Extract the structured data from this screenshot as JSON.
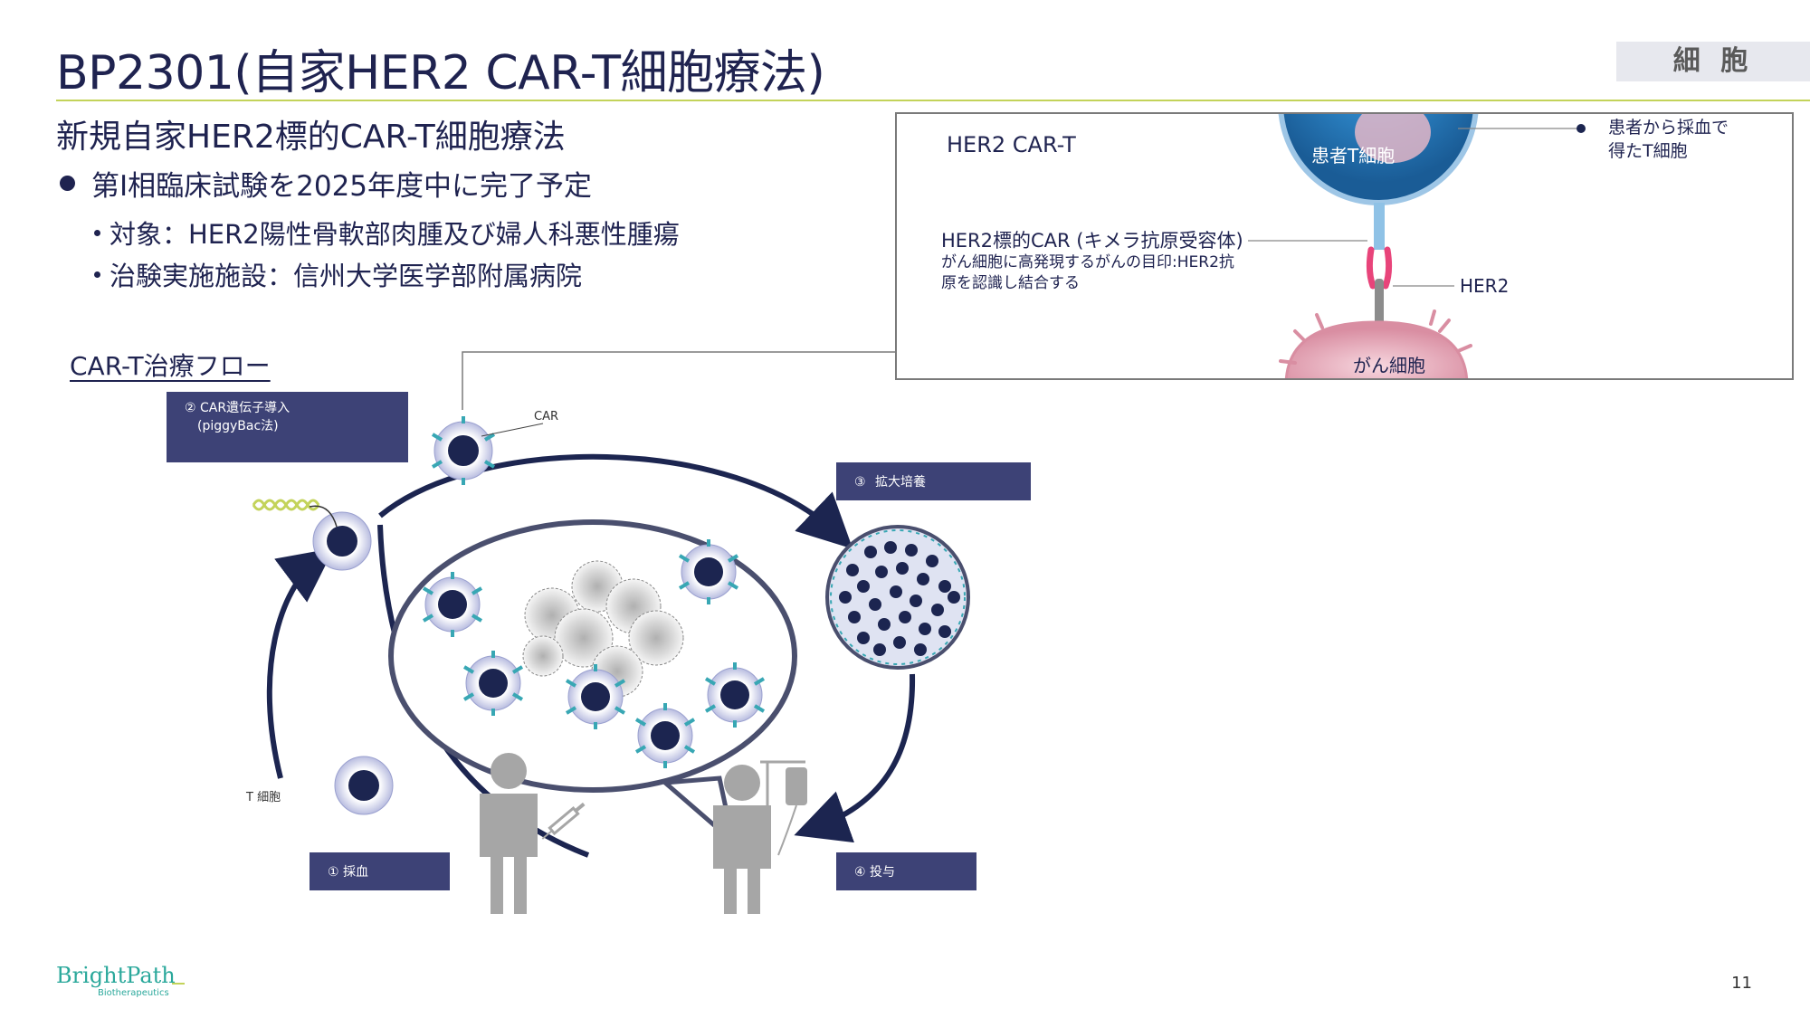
{
  "header": {
    "title": "BP2301(自家HER2 CAR-T細胞療法)",
    "category_tag": "細 胞"
  },
  "content": {
    "subtitle": "新規自家HER2標的CAR-T細胞療法",
    "bullet_main": "第Ⅰ相臨床試験を2025年度中に完了予定",
    "sub_bullets": [
      "対象：HER2陽性骨軟部肉腫及び婦人科悪性腫瘍",
      "治験実施施設：信州大学医学部附属病院"
    ]
  },
  "flow": {
    "label": "CAR-T治療フロー",
    "steps": [
      {
        "number": "②",
        "label": "CAR遺伝子導入",
        "sub": "(piggyBac法)"
      },
      {
        "number": "③",
        "label": "拡大培養"
      },
      {
        "number": "①",
        "label": "採血"
      },
      {
        "number": "④",
        "label": "投与"
      }
    ],
    "car_label": "CAR",
    "tcell_label": "T 細胞"
  },
  "her2_panel": {
    "title": "HER2 CAR-T",
    "patient_tcell_label": "患者T細胞",
    "patient_note_line1": "患者から採血で",
    "patient_note_line2": "得たT細胞",
    "car_label": "HER2標的CAR (キメラ抗原受容体)",
    "car_desc_line1": "がん細胞に高発現するがんの目印:HER2抗",
    "car_desc_line2": "原を認識し結合する",
    "her2_label": "HER2",
    "cancer_cell_label": "がん細胞"
  },
  "footer": {
    "logo": "BrightPath",
    "logo_sub": "Biotherapeutics",
    "page_number": "11"
  },
  "colors": {
    "navy": "#1f2350",
    "step_box": "#3d4276",
    "accent_lime": "#c3d35a",
    "teal": "#2aa89b",
    "cell_navy": "#1c2550",
    "cancer_pink": "#e8aab8",
    "tcell_blue": "#1e73b8",
    "car_pink": "#e8447a",
    "person_gray": "#a6a6a6"
  },
  "icons": [
    "dna-helix-icon",
    "person-icon",
    "syringe-icon",
    "iv-drip-icon"
  ]
}
